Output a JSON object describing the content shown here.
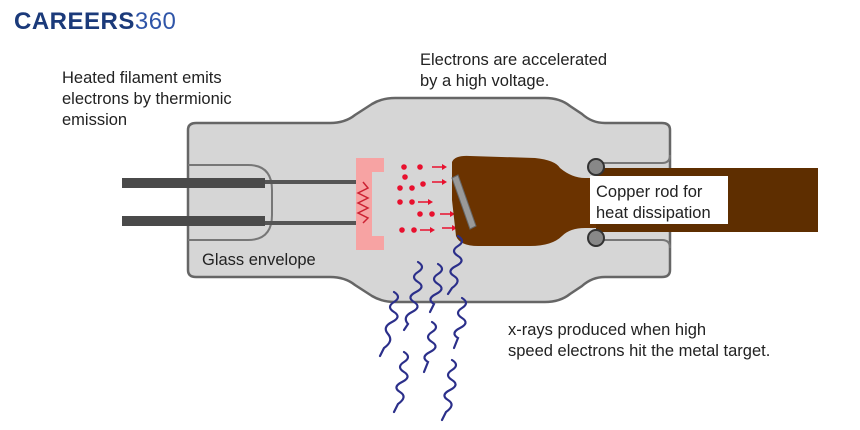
{
  "logo": {
    "word": "CAREERS",
    "number": "360"
  },
  "labels": {
    "filament": [
      "Heated filament emits",
      "electrons by thermionic",
      "emission"
    ],
    "accelerated": [
      "Electrons are accelerated",
      "by a high voltage."
    ],
    "copper": [
      "Copper rod for",
      "heat dissipation"
    ],
    "glass": "Glass envelope",
    "xrays": [
      "x-rays produced when high",
      "speed electrons hit the metal target."
    ]
  },
  "colors": {
    "envelope_fill": "#d6d6d6",
    "envelope_stroke": "#666666",
    "cathode_cup": "#f7a3a3",
    "filament_coil": "#cc2233",
    "electrons": "#e8102e",
    "anode": "#6b3300",
    "target_plate": "#9a9a9a",
    "xray_wave": "#2b2f8a",
    "logo": "#1b3a7a"
  }
}
